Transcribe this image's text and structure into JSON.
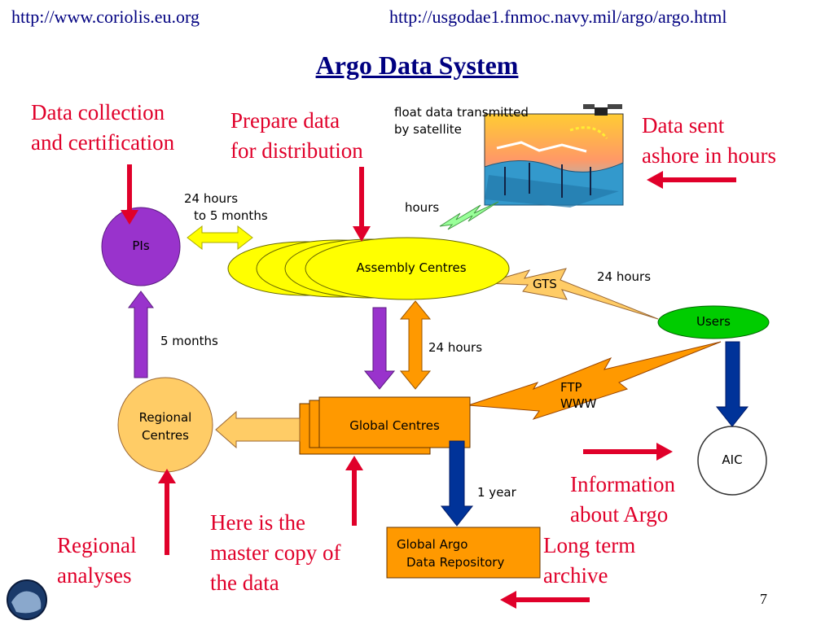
{
  "header": {
    "left_url": "http://www.coriolis.eu.org",
    "right_url": "http://usgodae1.fnmoc.navy.mil/argo/argo.html"
  },
  "title": "Argo Data System",
  "annotations": {
    "data_collection": [
      "Data collection",
      "and certification"
    ],
    "prepare_data": [
      "Prepare data",
      "for distribution"
    ],
    "data_sent": [
      "Data sent",
      "ashore in hours"
    ],
    "information": [
      "Information",
      "about Argo"
    ],
    "long_term": [
      "Long term",
      "archive"
    ],
    "master_copy": [
      "Here is the",
      "master copy of",
      "the data"
    ],
    "regional_analyses": [
      "Regional",
      "analyses"
    ]
  },
  "nodes": {
    "pis": "PIs",
    "assembly": "Assembly Centres",
    "users": "Users",
    "aic": "AIC",
    "regional": [
      "Regional",
      "Centres"
    ],
    "global": "Global Centres",
    "repository": [
      "Global Argo",
      "Data Repository"
    ]
  },
  "flow_labels": {
    "float_data": [
      "float data transmitted",
      "by satellite"
    ],
    "hours": "hours",
    "pis_assembly": [
      "24 hours",
      "to 5 months"
    ],
    "gts": "GTS",
    "gts_time": "24 hours",
    "five_months": "5 months",
    "assembly_global": "24 hours",
    "ftp": [
      "FTP",
      "WWW"
    ],
    "one_year": "1 year"
  },
  "page_number": "7",
  "colors": {
    "title": "#000080",
    "annotation_red": "#e0002a",
    "pis_purple": "#9933cc",
    "assembly_yellow": "#ffff00",
    "users_green": "#00cc00",
    "regional_peach": "#ffcc66",
    "global_orange": "#ff9900",
    "repository_orange": "#ff9900",
    "arrow_yellow": "#ffff00",
    "arrow_purple": "#9933cc",
    "arrow_orange": "#ff9900",
    "arrow_navy": "#003399",
    "gts_bolt": "#ffcc66",
    "hours_bolt": "#99ff99",
    "ftp_bolt": "#ff9900"
  },
  "icons": [
    "satellite-ocean-illustration",
    "logo-icon"
  ]
}
